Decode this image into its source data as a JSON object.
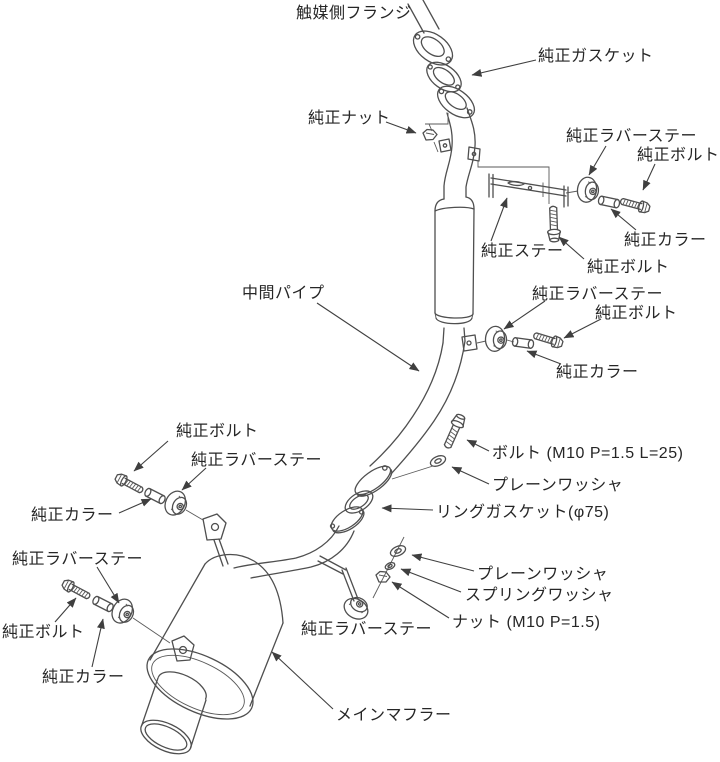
{
  "diagram": {
    "type": "exploded-parts-diagram",
    "colors": {
      "line": "#4f4f4f",
      "text": "#262626",
      "background": "#ffffff"
    },
    "labels": [
      {
        "id": "catalyst-side-flange",
        "text": "触媒側フランジ"
      },
      {
        "id": "stock-gasket",
        "text": "純正ガスケット"
      },
      {
        "id": "stock-nut",
        "text": "純正ナット"
      },
      {
        "id": "stock-rubber-stay-top",
        "text": "純正ラバーステー"
      },
      {
        "id": "stock-bolt-top",
        "text": "純正ボルト"
      },
      {
        "id": "stock-collar-top",
        "text": "純正カラー"
      },
      {
        "id": "stock-stay",
        "text": "純正ステー"
      },
      {
        "id": "stock-bolt-under-stay",
        "text": "純正ボルト"
      },
      {
        "id": "stock-rubber-stay-mid",
        "text": "純正ラバーステー"
      },
      {
        "id": "stock-bolt-mid",
        "text": "純正ボルト"
      },
      {
        "id": "stock-collar-mid",
        "text": "純正カラー"
      },
      {
        "id": "center-pipe",
        "text": "中間パイプ"
      },
      {
        "id": "stock-bolt-left",
        "text": "純正ボルト"
      },
      {
        "id": "stock-rubber-stay-left",
        "text": "純正ラバーステー"
      },
      {
        "id": "stock-collar-left",
        "text": "純正カラー"
      },
      {
        "id": "bolt-m10",
        "text": "ボルト (M10 P=1.5 L=25)"
      },
      {
        "id": "plain-washer-upper",
        "text": "プレーンワッシャ"
      },
      {
        "id": "ring-gasket",
        "text": "リングガスケット(φ75)"
      },
      {
        "id": "plain-washer-lower",
        "text": "プレーンワッシャ"
      },
      {
        "id": "spring-washer",
        "text": "スプリングワッシャ"
      },
      {
        "id": "nut-m10",
        "text": "ナット (M10 P=1.5)"
      },
      {
        "id": "stock-rubber-stay-bottom-center",
        "text": "純正ラバーステー"
      },
      {
        "id": "stock-rubber-stay-bottom-left",
        "text": "純正ラバーステー"
      },
      {
        "id": "stock-bolt-bottom-left",
        "text": "純正ボルト"
      },
      {
        "id": "stock-collar-bottom-left",
        "text": "純正カラー"
      },
      {
        "id": "main-muffler",
        "text": "メインマフラー"
      }
    ]
  }
}
